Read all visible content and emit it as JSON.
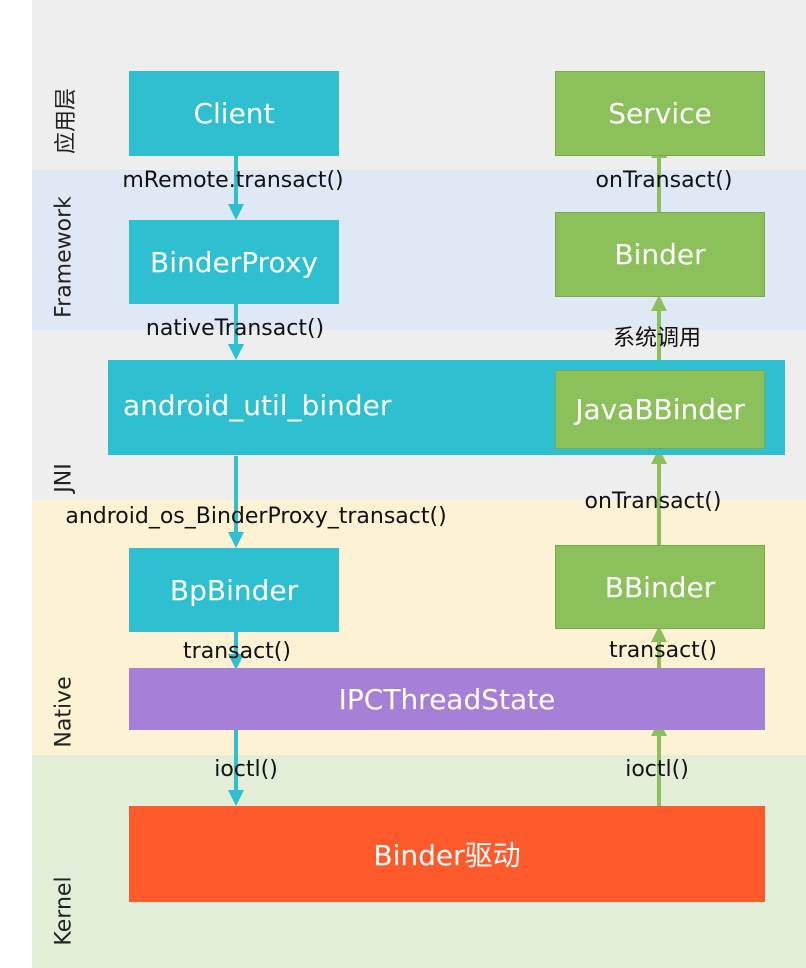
{
  "colors": {
    "app_bg": "#eeeeee",
    "framework_bg": "#dfe9f5",
    "jni_bg": "#eeeeee",
    "native_bg": "#fdf2d3",
    "kernel_bg": "#e2eed8",
    "teal": "#2ebfd1",
    "green": "#8cc05a",
    "purple": "#a67fd6",
    "orange": "#fe5a2c"
  },
  "layers": {
    "app": "应用层",
    "framework": "Framework",
    "jni": "JNI",
    "native": "Native",
    "kernel": "Kernel"
  },
  "boxes": {
    "client": "Client",
    "service": "Service",
    "binder_proxy": "BinderProxy",
    "binder": "Binder",
    "android_util_binder": "android_util_binder",
    "java_bbinder": "JavaBBinder",
    "bp_binder": "BpBinder",
    "bbinder": "BBinder",
    "ipc_thread_state": "IPCThreadState",
    "binder_driver": "Binder驱动"
  },
  "labels": {
    "mremote_transact": "mRemote.transact()",
    "native_transact": "nativeTransact()",
    "android_os_transact": "android_os_BinderProxy_transact()",
    "transact_left": "transact()",
    "ioctl_left": "ioctl()",
    "on_transact_top": "onTransact()",
    "system_call": "系统调用",
    "on_transact_mid": "onTransact()",
    "transact_right": "transact()",
    "ioctl_right": "ioctl()"
  }
}
